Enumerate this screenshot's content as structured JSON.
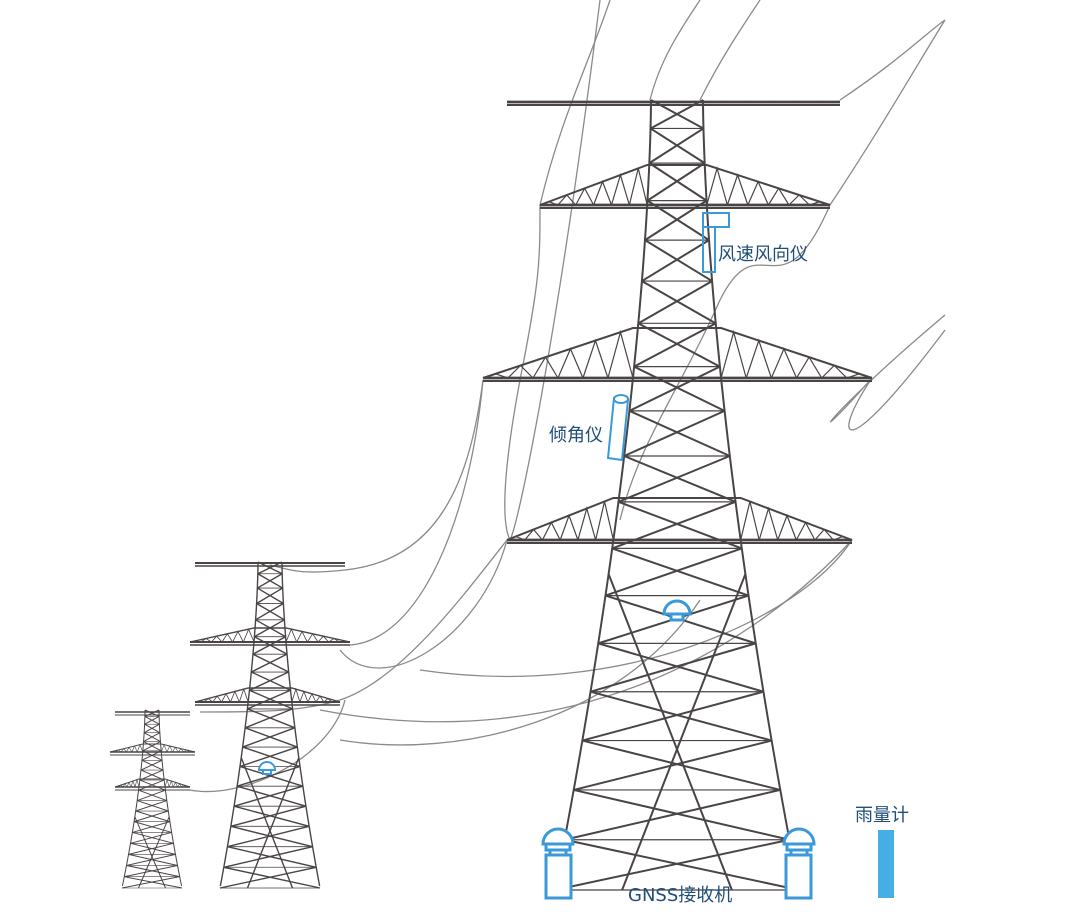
{
  "title": "Transmission tower monitoring sensors",
  "labels": {
    "anemometer": "风速风向仪",
    "inclinometer": "倾角仪",
    "rain_gauge": "雨量计",
    "gnss": "GNSS接收机"
  },
  "colors": {
    "tower": "#4a4545",
    "wire": "#8a8a8a",
    "sensor": "#3a9ad9",
    "label": "#1f4e79"
  }
}
